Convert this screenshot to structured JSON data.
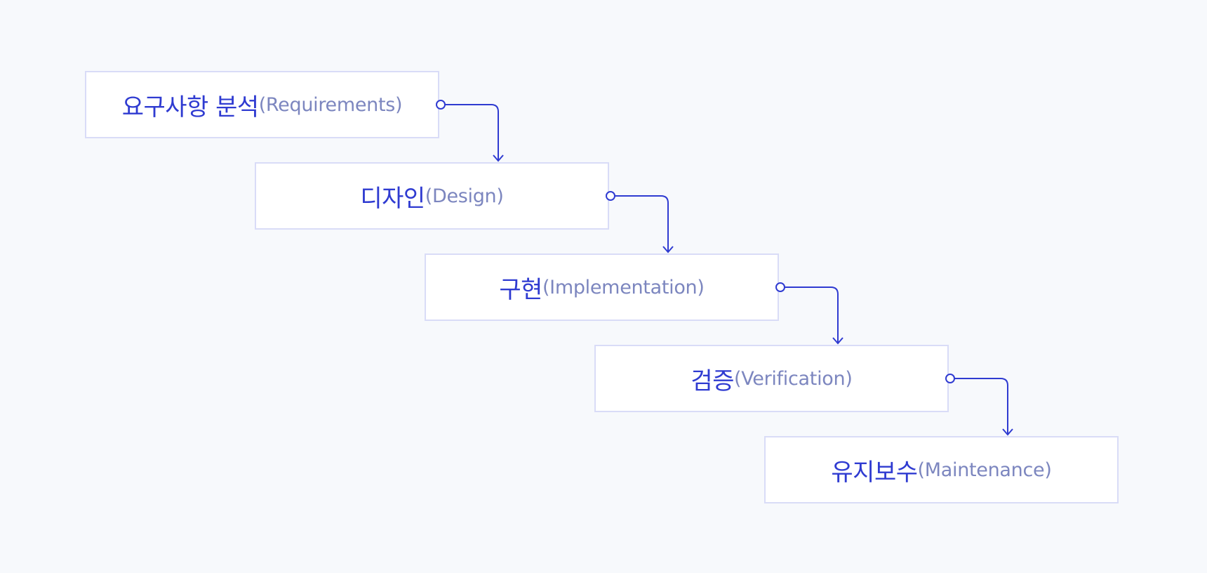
{
  "colors": {
    "background": "#f7f9fc",
    "box_fill": "#ffffff",
    "box_border": "#d9dcf7",
    "primary_text": "#2f3bd1",
    "secondary_text": "#7c86bf",
    "connector": "#2f3bd1"
  },
  "stages": [
    {
      "korean": "요구사항 분석",
      "english": "(Requirements)"
    },
    {
      "korean": "디자인",
      "english": "(Design)"
    },
    {
      "korean": "구현",
      "english": "(Implementation)"
    },
    {
      "korean": "검증",
      "english": "(Verification)"
    },
    {
      "korean": "유지보수",
      "english": "(Maintenance)"
    }
  ]
}
